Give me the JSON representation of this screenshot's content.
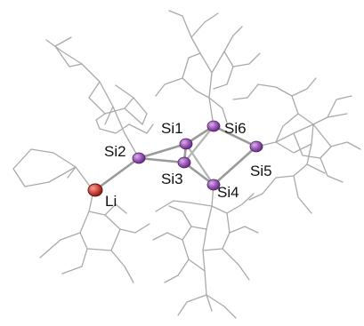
{
  "atoms": [
    {
      "id": "Si1",
      "label": "Si1"
    },
    {
      "id": "Si2",
      "label": "Si2"
    },
    {
      "id": "Si3",
      "label": "Si3"
    },
    {
      "id": "Si4",
      "label": "Si4"
    },
    {
      "id": "Si5",
      "label": "Si5"
    },
    {
      "id": "Si6",
      "label": "Si6"
    },
    {
      "id": "Li",
      "label": "Li"
    }
  ],
  "colors": {
    "silicon": "#9b55b5",
    "silicon_dark": "#5e2a78",
    "lithium": "#d0463c",
    "lithium_dark": "#7a1712",
    "bond": "#a9a9a9"
  }
}
